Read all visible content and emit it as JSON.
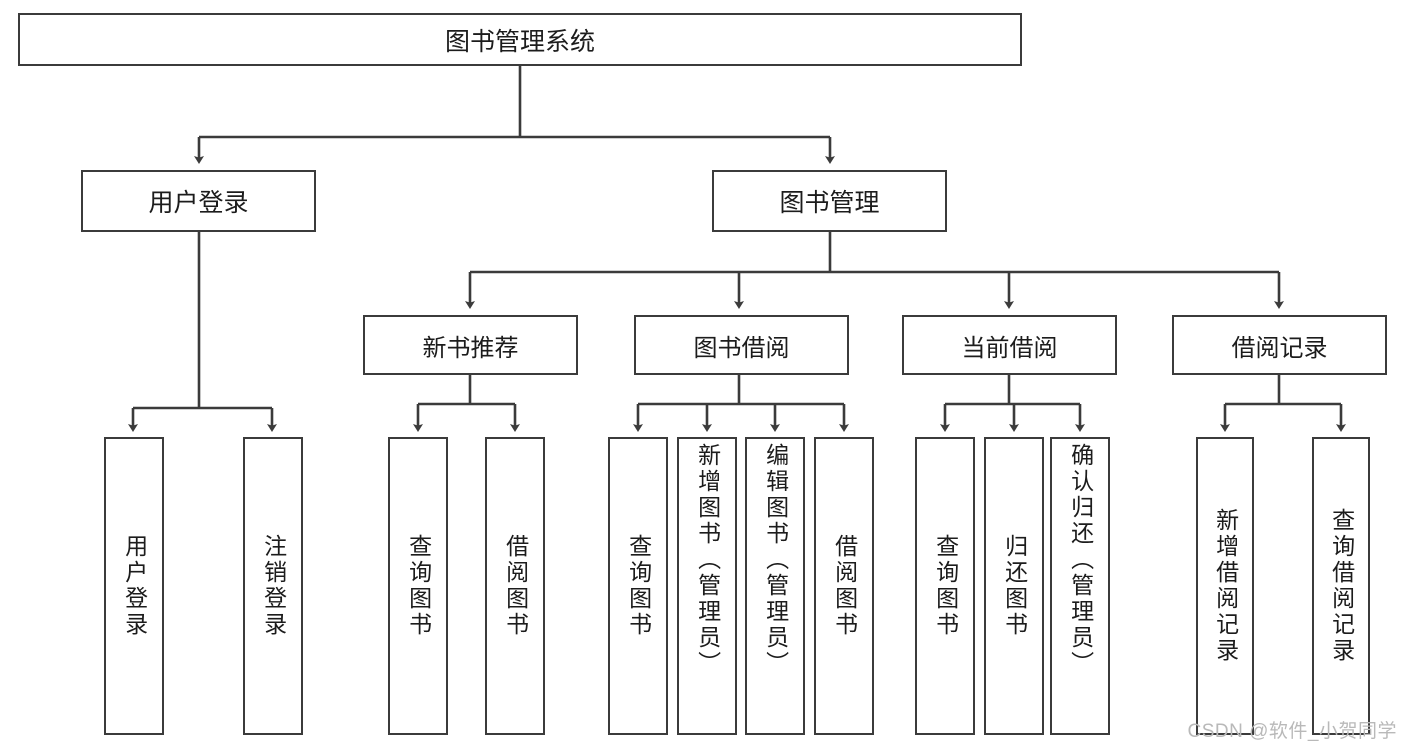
{
  "diagram": {
    "title": "图书管理系统",
    "type": "hierarchy-tree",
    "accent_color": "#3b3b3b",
    "background": "#ffffff",
    "root": {
      "label": "图书管理系统"
    },
    "level2": [
      {
        "label": "用户登录"
      },
      {
        "label": "图书管理"
      }
    ],
    "level3": [
      {
        "label": "新书推荐"
      },
      {
        "label": "图书借阅"
      },
      {
        "label": "当前借阅"
      },
      {
        "label": "借阅记录"
      }
    ],
    "leaves": {
      "user_login": [
        {
          "label": "用户登录"
        },
        {
          "label": "注销登录"
        }
      ],
      "new_book_recommend": [
        {
          "label": "查询图书"
        },
        {
          "label": "借阅图书"
        }
      ],
      "book_borrow": [
        {
          "label": "查询图书"
        },
        {
          "label": "新增图书（管理员）"
        },
        {
          "label": "编辑图书（管理员）"
        },
        {
          "label": "借阅图书"
        }
      ],
      "current_borrow": [
        {
          "label": "查询图书"
        },
        {
          "label": "归还图书"
        },
        {
          "label": "确认归还（管理员）"
        }
      ],
      "borrow_record": [
        {
          "label": "新增借阅记录"
        },
        {
          "label": "查询借阅记录"
        }
      ]
    }
  },
  "watermark": {
    "text": "CSDN @软件_小贺同学"
  }
}
